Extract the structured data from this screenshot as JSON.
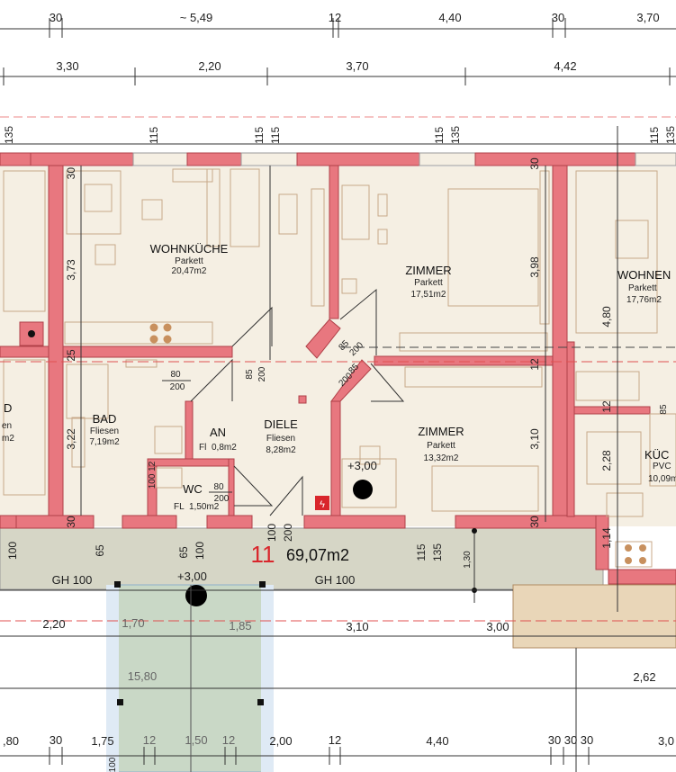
{
  "dims_row1": [
    "30",
    "~ 5,49",
    "12",
    "4,40",
    "30",
    "3,70"
  ],
  "dims_row2": [
    "3,30",
    "2,20",
    "3,70",
    "4,42"
  ],
  "dims_row3": [
    "135",
    "115",
    "115",
    "115",
    "135",
    "115",
    "135"
  ],
  "dims_bottom1": [
    "2,20",
    "1,70",
    "1,85",
    "3,10",
    "3,00"
  ],
  "dims_bottom2": [
    "15,80",
    "2,62"
  ],
  "dims_bottom3": [
    ",80",
    "30",
    "1,75",
    "12",
    "1,50",
    "12",
    "2,00",
    "12",
    "4,40",
    "30",
    "30",
    "30",
    "3,0"
  ],
  "vertical_dims": [
    "30",
    "3,73",
    "25",
    "3,22",
    "30",
    "3,98",
    "30",
    "12",
    "3,10",
    "30",
    "4,80",
    "12",
    "2,28",
    "1,14",
    "1,30",
    "100",
    "65",
    "65",
    "100",
    "100",
    "200",
    "115",
    "135",
    "100",
    "85",
    "200",
    "85",
    "200",
    "85",
    "200",
    "85"
  ],
  "rooms": {
    "wohnkueche": {
      "name": "WOHNKÜCHE",
      "floor": "Parkett",
      "area": "20,47m2"
    },
    "zimmer1": {
      "name": "ZIMMER",
      "floor": "Parkett",
      "area": "17,51m2"
    },
    "wohnen": {
      "name": "WOHNEN",
      "floor": "Parkett",
      "area": "17,76m2"
    },
    "bad": {
      "name": "BAD",
      "floor": "Fliesen",
      "area": "7,19m2"
    },
    "an": {
      "name": "AN",
      "floor": "Fl",
      "area": "0,8m2"
    },
    "diele": {
      "name": "DIELE",
      "floor": "Fliesen",
      "area": "8,28m2"
    },
    "zimmer2": {
      "name": "ZIMMER",
      "floor": "Parkett",
      "area": "13,32m2"
    },
    "wc": {
      "name": "WC",
      "floor": "FL",
      "area": "1,50m2"
    },
    "kueche": {
      "name": "KÜC",
      "floor": "PVC",
      "area": "10,09m"
    },
    "left_cut": {
      "name": "D",
      "floor": "en",
      "area": "m2"
    }
  },
  "door_80_200": {
    "w": "80",
    "h": "200"
  },
  "wc_door": {
    "w": "80",
    "h": "200"
  },
  "unit": {
    "number": "11",
    "area": "69,07m2"
  },
  "levels": [
    "+3,00",
    "+3,00"
  ],
  "gh_labels": [
    "GH 100",
    "GH 100"
  ],
  "small_label": "100 12",
  "colors": {
    "wall": "#e8777f",
    "wall_stroke": "#b04048",
    "floor": "#f5efe3",
    "terrace": "#d8d8c8",
    "balcony": "#cfdccc",
    "accent_red": "#d9262c"
  }
}
